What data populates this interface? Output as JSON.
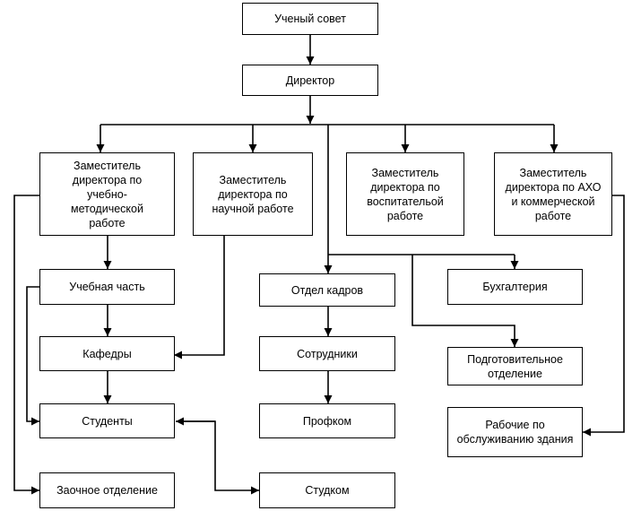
{
  "nodes": {
    "council": "Ученый совет",
    "director": "Директор",
    "deputy_education": "Заместитель\nдиректора по\nучебно-\nметодической\nработе",
    "deputy_science": "Заместитель\nдиректора по\nнаучной работе",
    "deputy_upbringing": "Заместитель\nдиректора по\nвоспитательой\nработе",
    "deputy_admin": "Заместитель\nдиректора по АХО\nи коммерческой\nработе",
    "education_office": "Учебная часть",
    "departments": "Кафедры",
    "students": "Студенты",
    "correspondence": "Заочное отделение",
    "hr": "Отдел кадров",
    "staff": "Сотрудники",
    "union": "Профком",
    "student_council": "Студком",
    "accounting": "Бухгалтерия",
    "prep_department": "Подготовительное\nотделение",
    "maintenance": "Рабочие по\nобслуживанию здания"
  }
}
